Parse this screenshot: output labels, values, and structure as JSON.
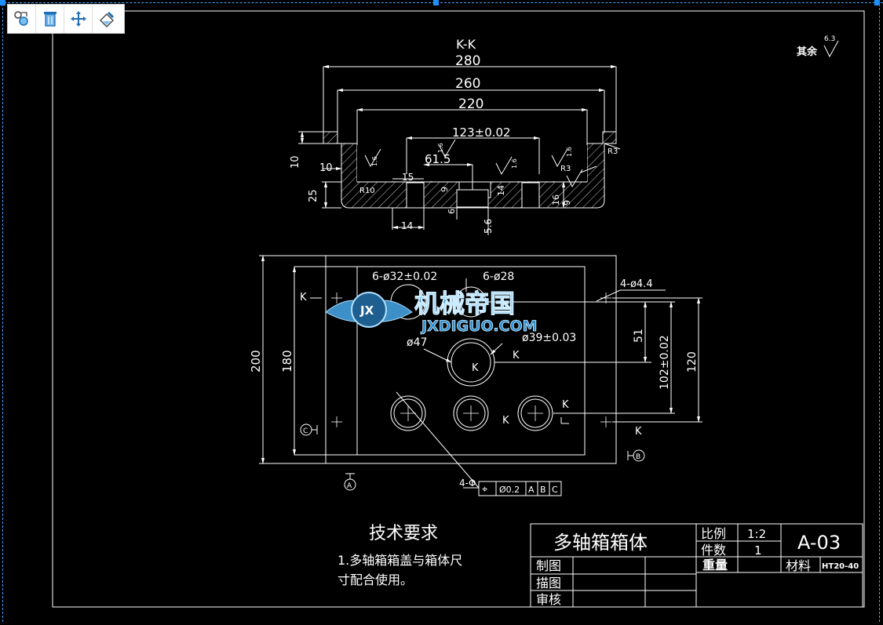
{
  "toolbar": {
    "buttons": [
      {
        "name": "select-similar-icon"
      },
      {
        "name": "delete-icon"
      },
      {
        "name": "move-icon"
      },
      {
        "name": "match-properties-icon"
      }
    ]
  },
  "colors": {
    "background": "#000000",
    "lines": "#ffffff",
    "accent": "#1e90ff",
    "watermark": "#2f7fb8"
  },
  "drawing": {
    "section_title": "K-K",
    "dims_top": [
      "280",
      "260",
      "220",
      "123±0.02",
      "61.5",
      "15",
      "10",
      "10",
      "25",
      "14",
      "5.6",
      "6",
      "9",
      "14",
      "16",
      "9",
      "R3",
      "R3",
      "R10",
      "1.6",
      "1.6",
      "1.6",
      "1.6"
    ],
    "roughness_note": "其余",
    "roughness_value": "6.3",
    "dims_plan": {
      "hole_a": "6-ø32±0.02",
      "hole_b": "6-ø28",
      "hole_c": "4-ø4.4",
      "dia47": "ø47",
      "dia39": "ø39±0.03",
      "d51": "51",
      "d102": "102±0.02",
      "d120": "120",
      "d200": "200",
      "d180": "180",
      "k": "K",
      "datum_a": "A",
      "datum_b": "B",
      "datum_c": "C",
      "tol_label": "4-Φ",
      "tol_symbol": "⌖",
      "tol_value": "Ø0.2",
      "tol_a": "A",
      "tol_b": "B",
      "tol_c": "C"
    }
  },
  "watermark": {
    "title": "机械帝国",
    "site": "JXDIGUO.COM",
    "emblem": "JX"
  },
  "tech": {
    "heading": "技术要求",
    "line1": "1.多轴箱箱盖与箱体尺",
    "line2": "寸配合使用。"
  },
  "title_block": {
    "part_name": "多轴箱箱体",
    "scale_label": "比例",
    "scale_value": "1:2",
    "qty_label": "件数",
    "qty_value": "1",
    "drawing_no": "A-03",
    "weight_label": "重量",
    "material_label": "材料",
    "material_value": "HT20-40",
    "drawn_label": "制图",
    "traced_label": "描图",
    "checked_label": "审核"
  }
}
